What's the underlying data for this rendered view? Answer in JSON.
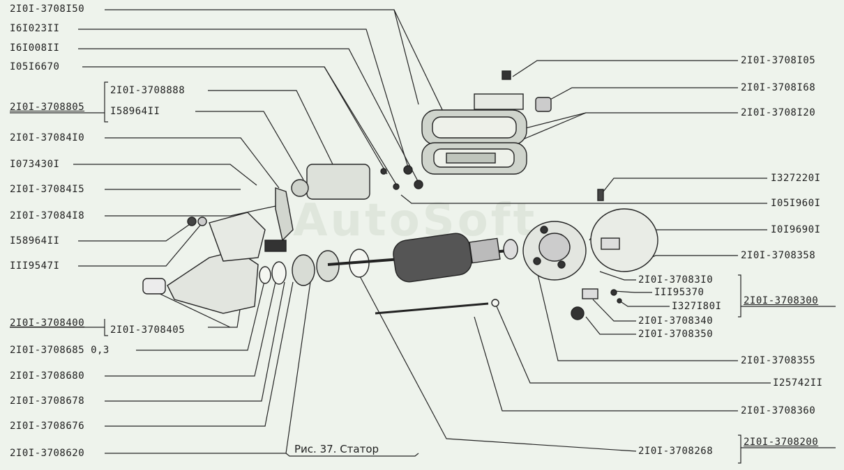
{
  "caption": "Рис. 37. Статор",
  "watermark": "AutoSoft",
  "labels": {
    "l_3708150": "2I0I-3708I50",
    "l_161023": "I6I023II",
    "l_161008": "I6I008II",
    "l_105166": "I05I6670",
    "l_3708888": "2I0I-3708888",
    "l_3708805": "2I0I-3708805",
    "l_158964a": "I58964II",
    "l_3708410": "2I0I-37084I0",
    "l_107343": "I073430I",
    "l_3708415": "2I0I-37084I5",
    "l_3708418": "2I0I-37084I8",
    "l_158964b": "I58964II",
    "l_111954": "III9547I",
    "l_3708400": "2I0I-3708400",
    "l_3708405": "2I0I-3708405",
    "l_3708685": "2I0I-3708685 0,3",
    "l_3708680": "2I0I-3708680",
    "l_3708678": "2I0I-3708678",
    "l_3708676": "2I0I-3708676",
    "l_3708620": "2I0I-3708620",
    "r_3708105": "2I0I-3708I05",
    "r_3708168": "2I0I-3708I68",
    "r_3708120": "2I0I-3708I20",
    "r_132722": "I327220I",
    "r_105196": "I05I960I",
    "r_101969": "I0I9690I",
    "r_3708358": "2I0I-3708358",
    "r_3708310": "2I0I-37083I0",
    "r_111953": "III95370",
    "r_132718": "I327I80I",
    "r_3708300": "2I0I-3708300",
    "r_3708340": "2I0I-3708340",
    "r_3708350": "2I0I-3708350",
    "r_3708355": "2I0I-3708355",
    "r_125742": "I25742II",
    "r_3708360": "2I0I-3708360",
    "r_3708268": "2I0I-3708268",
    "r_3708200": "2I0I-3708200"
  }
}
